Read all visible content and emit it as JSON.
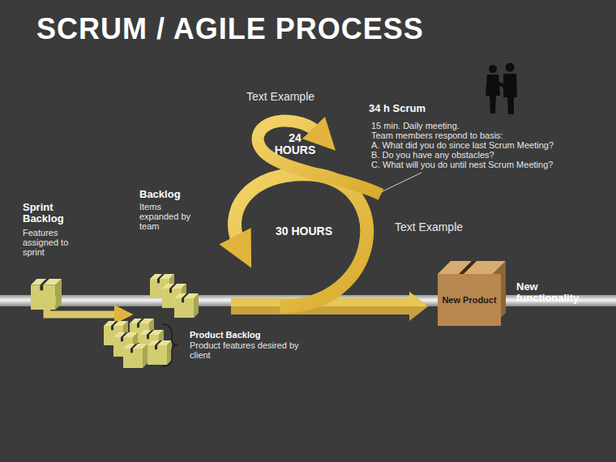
{
  "diagram": {
    "title": "SCRUM / AGILE PROCESS",
    "nodes": [
      {
        "text": [
          "New Product"
        ]
      }
    ],
    "labels": [
      "Text Example",
      "24 HOURS",
      "34 h Scrum",
      "15 min. Daily meeting.",
      "Team members respond to basis:",
      "A. What did you do since last Scrum Meeting?",
      "B. Do you have any obstacles?",
      "C. What will you do until nest Scrum Meeting?",
      "Sprint Backlog",
      "Features assigned to sprint",
      "Backlog",
      "Items expanded by team",
      "30 HOURS",
      "Text Example",
      "New functionality",
      "Product Backlog",
      "Product features desired by client"
    ]
  }
}
